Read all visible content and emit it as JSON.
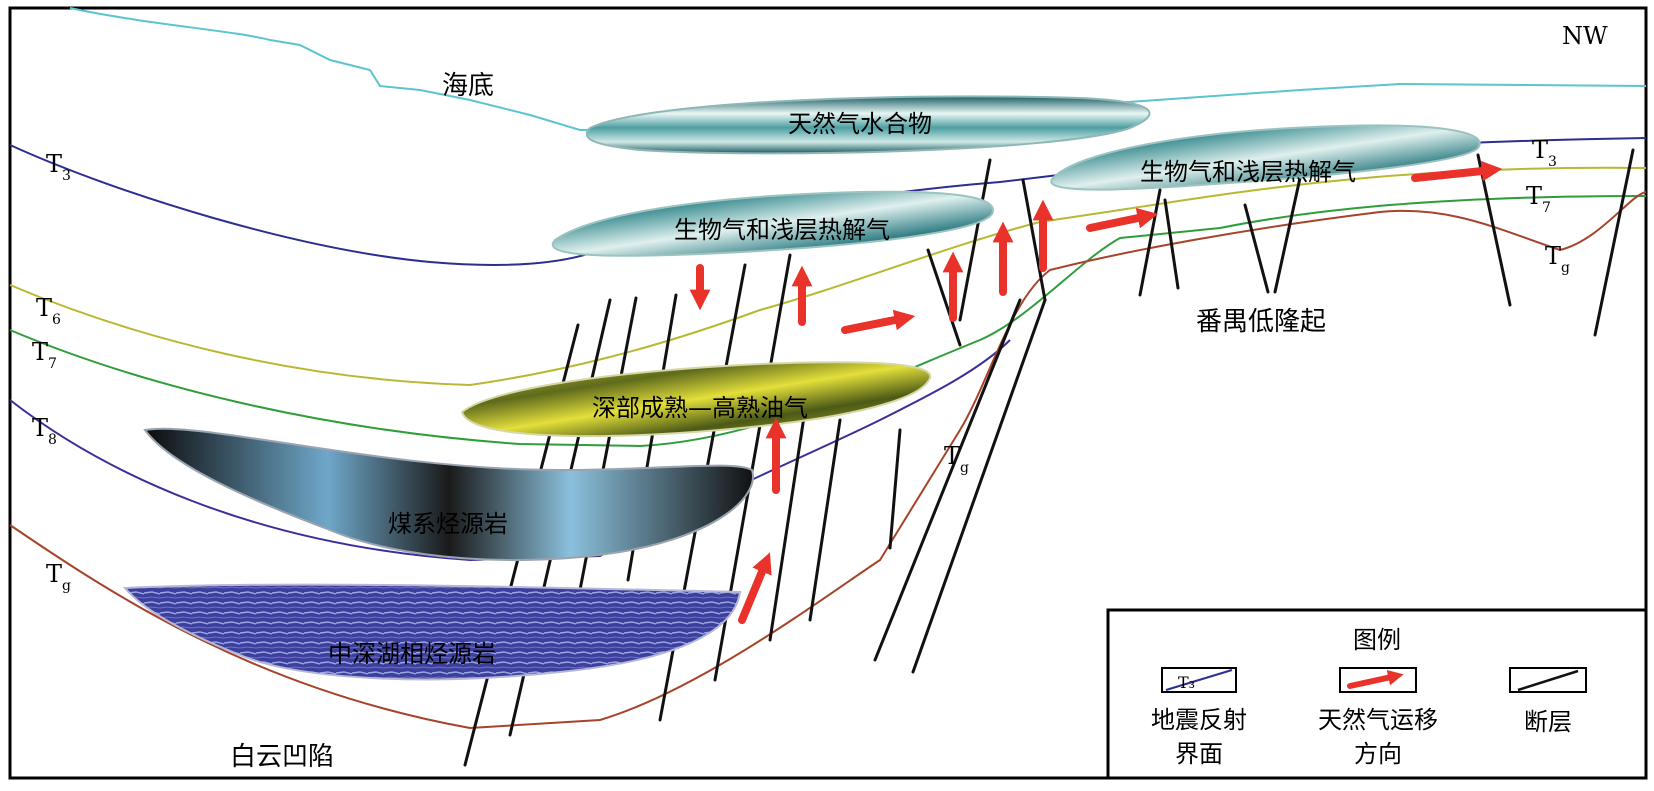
{
  "labels": {
    "direction": "NW",
    "seafloor": "海底",
    "gas_hydrate": "天然气水合物",
    "biogas_left": "生物气和浅层热解气",
    "biogas_right": "生物气和浅层热解气",
    "deep_oil_gas": "深部成熟—高熟油气",
    "coal_source": "煤系烃源岩",
    "lake_source": "中深湖相烃源岩",
    "panyu_uplift": "番禺低隆起",
    "baiyun_sag": "白云凹陷"
  },
  "horizons": {
    "T3_base": "T",
    "T3_sub": "3",
    "T6_base": "T",
    "T6_sub": "6",
    "T7_base": "T",
    "T7_sub": "7",
    "T8_base": "T",
    "T8_sub": "8",
    "Tg_base": "T",
    "Tg_sub": "g"
  },
  "legend": {
    "title": "图例",
    "items": [
      {
        "label_line1": "地震反射",
        "label_line2": "界面",
        "swatch_text": "T₃"
      },
      {
        "label_line1": "天然气运移",
        "label_line2": "方向"
      },
      {
        "label_line1": "断层",
        "label_line2": ""
      }
    ]
  },
  "colors": {
    "seafloor": "#5bc4cf",
    "T3": "#2b2f8f",
    "T6": "#b9b832",
    "T7": "#2f9e3a",
    "T8": "#3a2f9a",
    "Tg": "#a6432a",
    "arrow": "#e8322a",
    "fault": "#111111"
  }
}
